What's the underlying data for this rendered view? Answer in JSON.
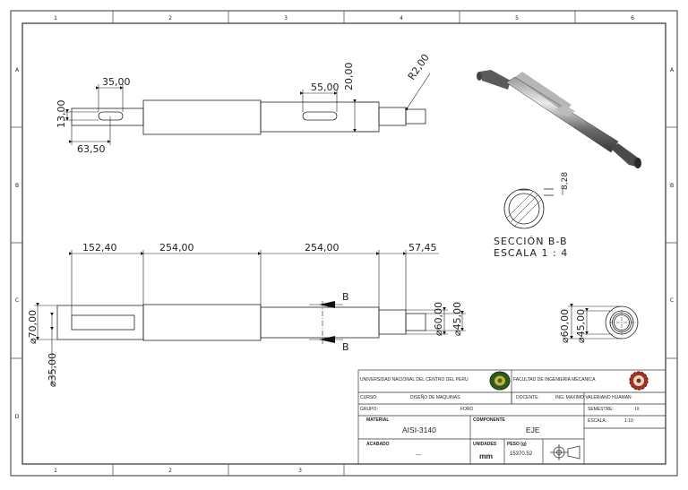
{
  "zones": {
    "cols_top": [
      "1",
      "2",
      "3",
      "4",
      "5",
      "6"
    ],
    "cols_bottom": [
      "1",
      "2",
      "3"
    ],
    "rows": [
      "A",
      "B",
      "C",
      "D"
    ]
  },
  "top_view": {
    "dims": [
      "35,00",
      "13,00",
      "63,50",
      "55,00",
      "20,00",
      "R2,00"
    ]
  },
  "bottom_view": {
    "dims": [
      "152,40",
      "254,00",
      "254,00",
      "57,45",
      "⌀70,00",
      "⌀35,00",
      "⌀60,00",
      "⌀45,00"
    ],
    "cut_label": "B"
  },
  "section": {
    "dim": "8,28",
    "title": "SECCIÓN B-B",
    "scale": "ESCALA 1 : 4"
  },
  "end_view": {
    "dims": [
      "⌀60,00",
      "⌀45,00"
    ]
  },
  "title_block": {
    "university": "UNIVERSIDAD NACIONAL DEL CENTRO DEL PERU",
    "faculty": "FACULTAD DE INGENIERIA MECANICA",
    "curso_label": "CURSO:",
    "curso_value": "DISEÑO DE MAQUINAS",
    "docente_label": "DOCENTE:",
    "docente_value": "ING. MAXIMO VALERIANO HUAMAN",
    "grupo_label": "GRUPO:",
    "foro": "FORO",
    "semestre_label": "SEMESTRE:",
    "semestre_value": "IX",
    "material_label": "MATERIAL",
    "material_value": "AISI-3140",
    "componente_label": "COMPONENTE",
    "componente_value": "EJE",
    "escala_label": "ESCALA:",
    "escala_value": "1:10",
    "acabado_label": "ACABADO",
    "acabado_value": "---",
    "unidades_label": "UNIDADES",
    "unidades_value": "mm",
    "peso_label": "PESO (g)",
    "peso_value": "15370.52"
  }
}
